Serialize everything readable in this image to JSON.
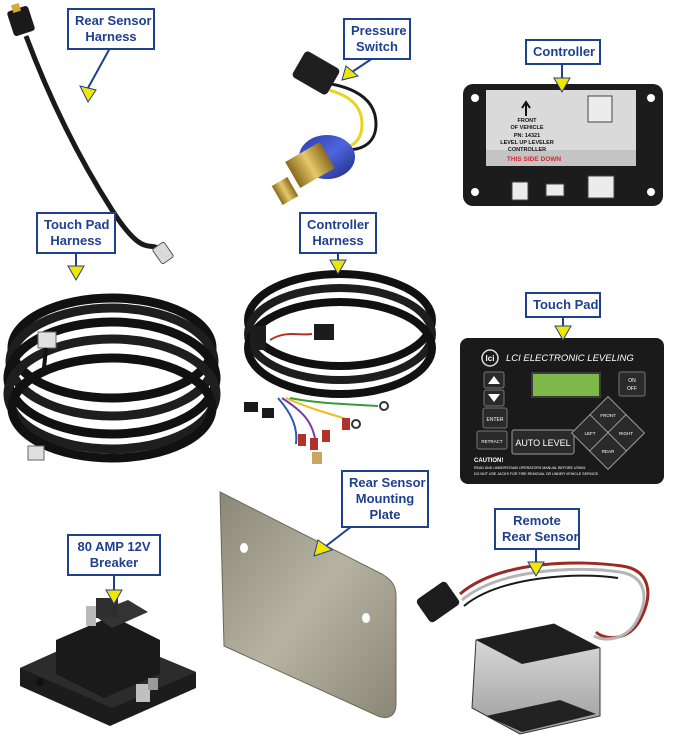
{
  "diagram": {
    "components": [
      {
        "id": "rear-sensor-harness",
        "label_lines": [
          "Rear Sensor",
          "Harness"
        ]
      },
      {
        "id": "pressure-switch",
        "label_lines": [
          "Pressure",
          "Switch"
        ]
      },
      {
        "id": "controller",
        "label_lines": [
          "Controller"
        ]
      },
      {
        "id": "touch-pad-harness",
        "label_lines": [
          "Touch Pad",
          "Harness"
        ]
      },
      {
        "id": "controller-harness",
        "label_lines": [
          "Controller",
          "Harness"
        ]
      },
      {
        "id": "touch-pad",
        "label_lines": [
          "Touch Pad"
        ]
      },
      {
        "id": "breaker",
        "label_lines": [
          "80 AMP 12V",
          "Breaker"
        ]
      },
      {
        "id": "mounting-plate",
        "label_lines": [
          "Rear Sensor",
          "Mounting",
          "Plate"
        ]
      },
      {
        "id": "remote-rear-sensor",
        "label_lines": [
          "Remote",
          "Rear Sensor"
        ]
      }
    ],
    "controller_label": {
      "line1": "FRONT",
      "line2": "OF VEHICLE",
      "line3": "PN: 14321",
      "line4": "LEVEL UP LEVELER",
      "line5": "CONTROLLER",
      "warning": "THIS SIDE DOWN"
    },
    "touch_pad_panel": {
      "brand": "LCI ELECTRONIC LEVELING",
      "logo": "lci",
      "on_off": "ON\nOFF",
      "enter": "ENTER",
      "retract": "RETRACT",
      "auto_level": "AUTO LEVEL",
      "front": "FRONT",
      "left": "LEFT",
      "right": "RIGHT",
      "rear": "REAR",
      "caution_title": "CAUTION!",
      "caution_line1": "READ AND UNDERSTAND OPERATORS MANUAL BEFORE USING.",
      "caution_line2": "DO NOT USE JACKS FOR TIRE REMOVAL OR UNDER VEHICLE SERVICE."
    },
    "colors": {
      "callout_border": "#1f3f8f",
      "callout_text": "#1f3f8f",
      "arrow": "#f2e600",
      "warning_red": "#d8262e",
      "lcd_green": "#7fb84a"
    }
  }
}
